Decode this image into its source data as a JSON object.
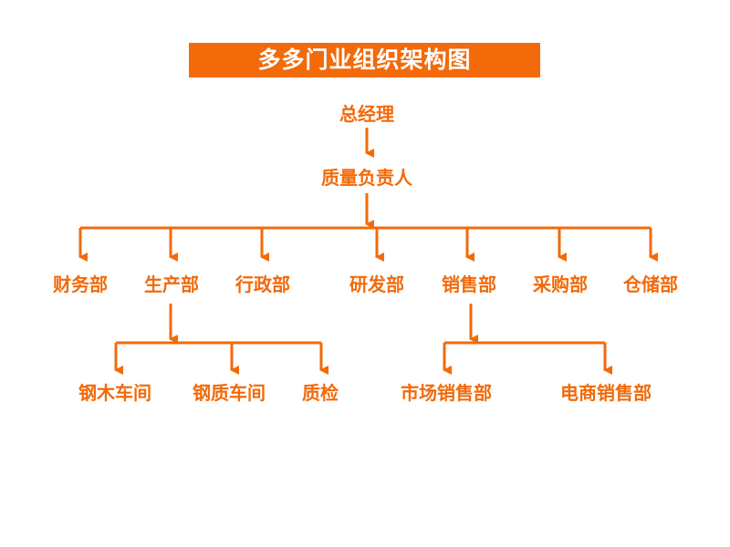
{
  "title": "多多门业组织架构图",
  "colors": {
    "accent": "#f26a0a",
    "background": "#ffffff",
    "title_text": "#ffffff"
  },
  "chart": {
    "ceo": "总经理",
    "quality_head": "质量负责人",
    "departments": [
      "财务部",
      "生产部",
      "行政部",
      "研发部",
      "销售部",
      "采购部",
      "仓储部"
    ],
    "production_units": [
      "钢木车间",
      "钢质车间",
      "质检"
    ],
    "sales_units": [
      "市场销售部",
      "电商销售部"
    ]
  }
}
